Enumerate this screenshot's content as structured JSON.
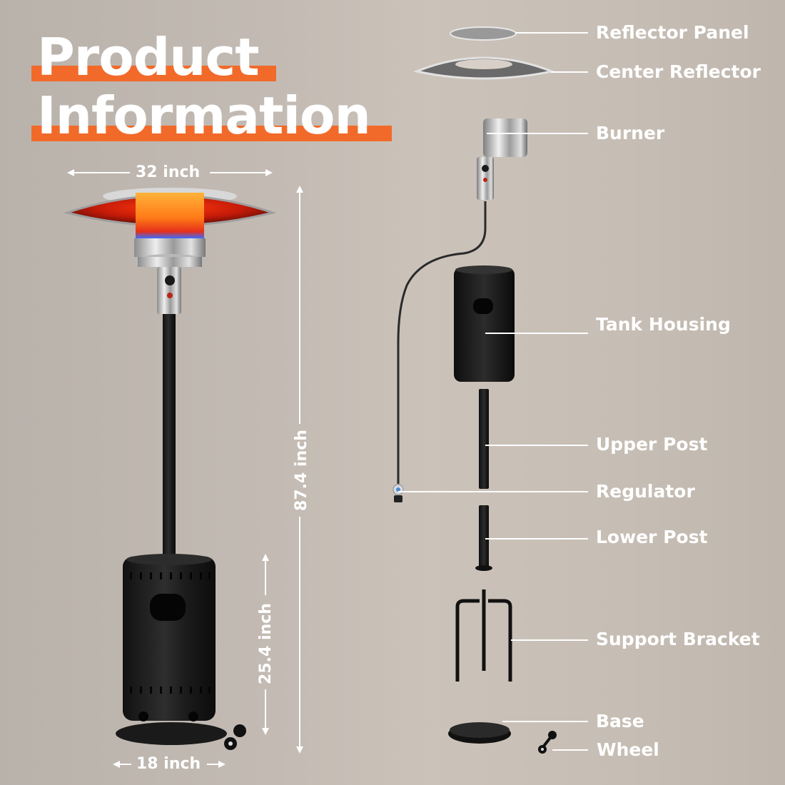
{
  "title": {
    "line1": "Product",
    "line2": "Information",
    "accent_color": "#f26a2a",
    "text_color": "#ffffff"
  },
  "dimensions": {
    "width_top": "32 inch",
    "total_height": "87.4 inch",
    "tank_height": "25.4 inch",
    "base_width": "18 inch"
  },
  "parts": [
    {
      "label": "Reflector Panel"
    },
    {
      "label": "Center Reflector"
    },
    {
      "label": "Burner"
    },
    {
      "label": "Tank Housing"
    },
    {
      "label": "Upper Post"
    },
    {
      "label": "Regulator"
    },
    {
      "label": "Lower Post"
    },
    {
      "label": "Support Bracket"
    },
    {
      "label": "Base"
    },
    {
      "label": "Wheel"
    }
  ],
  "colors": {
    "background": "#c3bbb3",
    "heater_body": "#1c1c1c",
    "steel": "#c8c8c8",
    "flame_orange": "#ff8a1a",
    "flame_red": "#e02a10"
  }
}
